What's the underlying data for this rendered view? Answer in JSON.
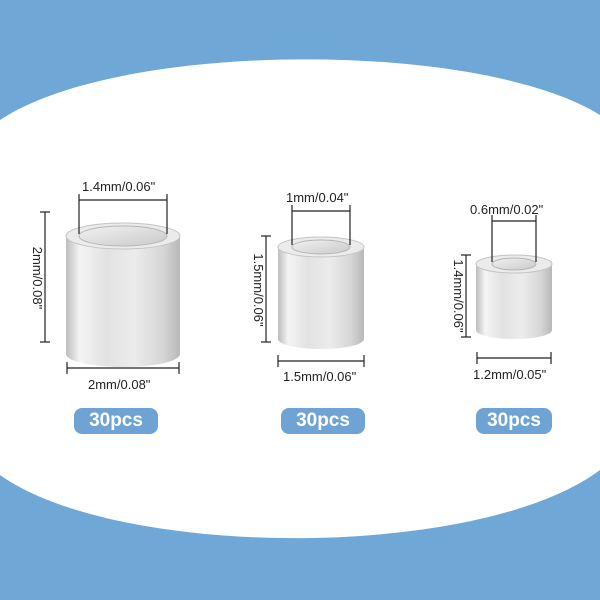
{
  "colors": {
    "frame_blue": "#6fa8d6",
    "badge_blue": "#6fa3d3",
    "badge_text": "#ffffff",
    "tube_silver": "#dcdcdc",
    "dimension_line": "#222222"
  },
  "products": [
    {
      "inner_diameter": "1.4mm/0.06\"",
      "length": "2mm/0.08\"",
      "outer_diameter": "2mm/0.08\"",
      "quantity": "30pcs"
    },
    {
      "inner_diameter": "1mm/0.04\"",
      "length": "1.5mm/0.06\"",
      "outer_diameter": "1.5mm/0.06\"",
      "quantity": "30pcs"
    },
    {
      "inner_diameter": "0.6mm/0.02\"",
      "length": "1.4mm/0.06\"",
      "outer_diameter": "1.2mm/0.05\"",
      "quantity": "30pcs"
    }
  ]
}
